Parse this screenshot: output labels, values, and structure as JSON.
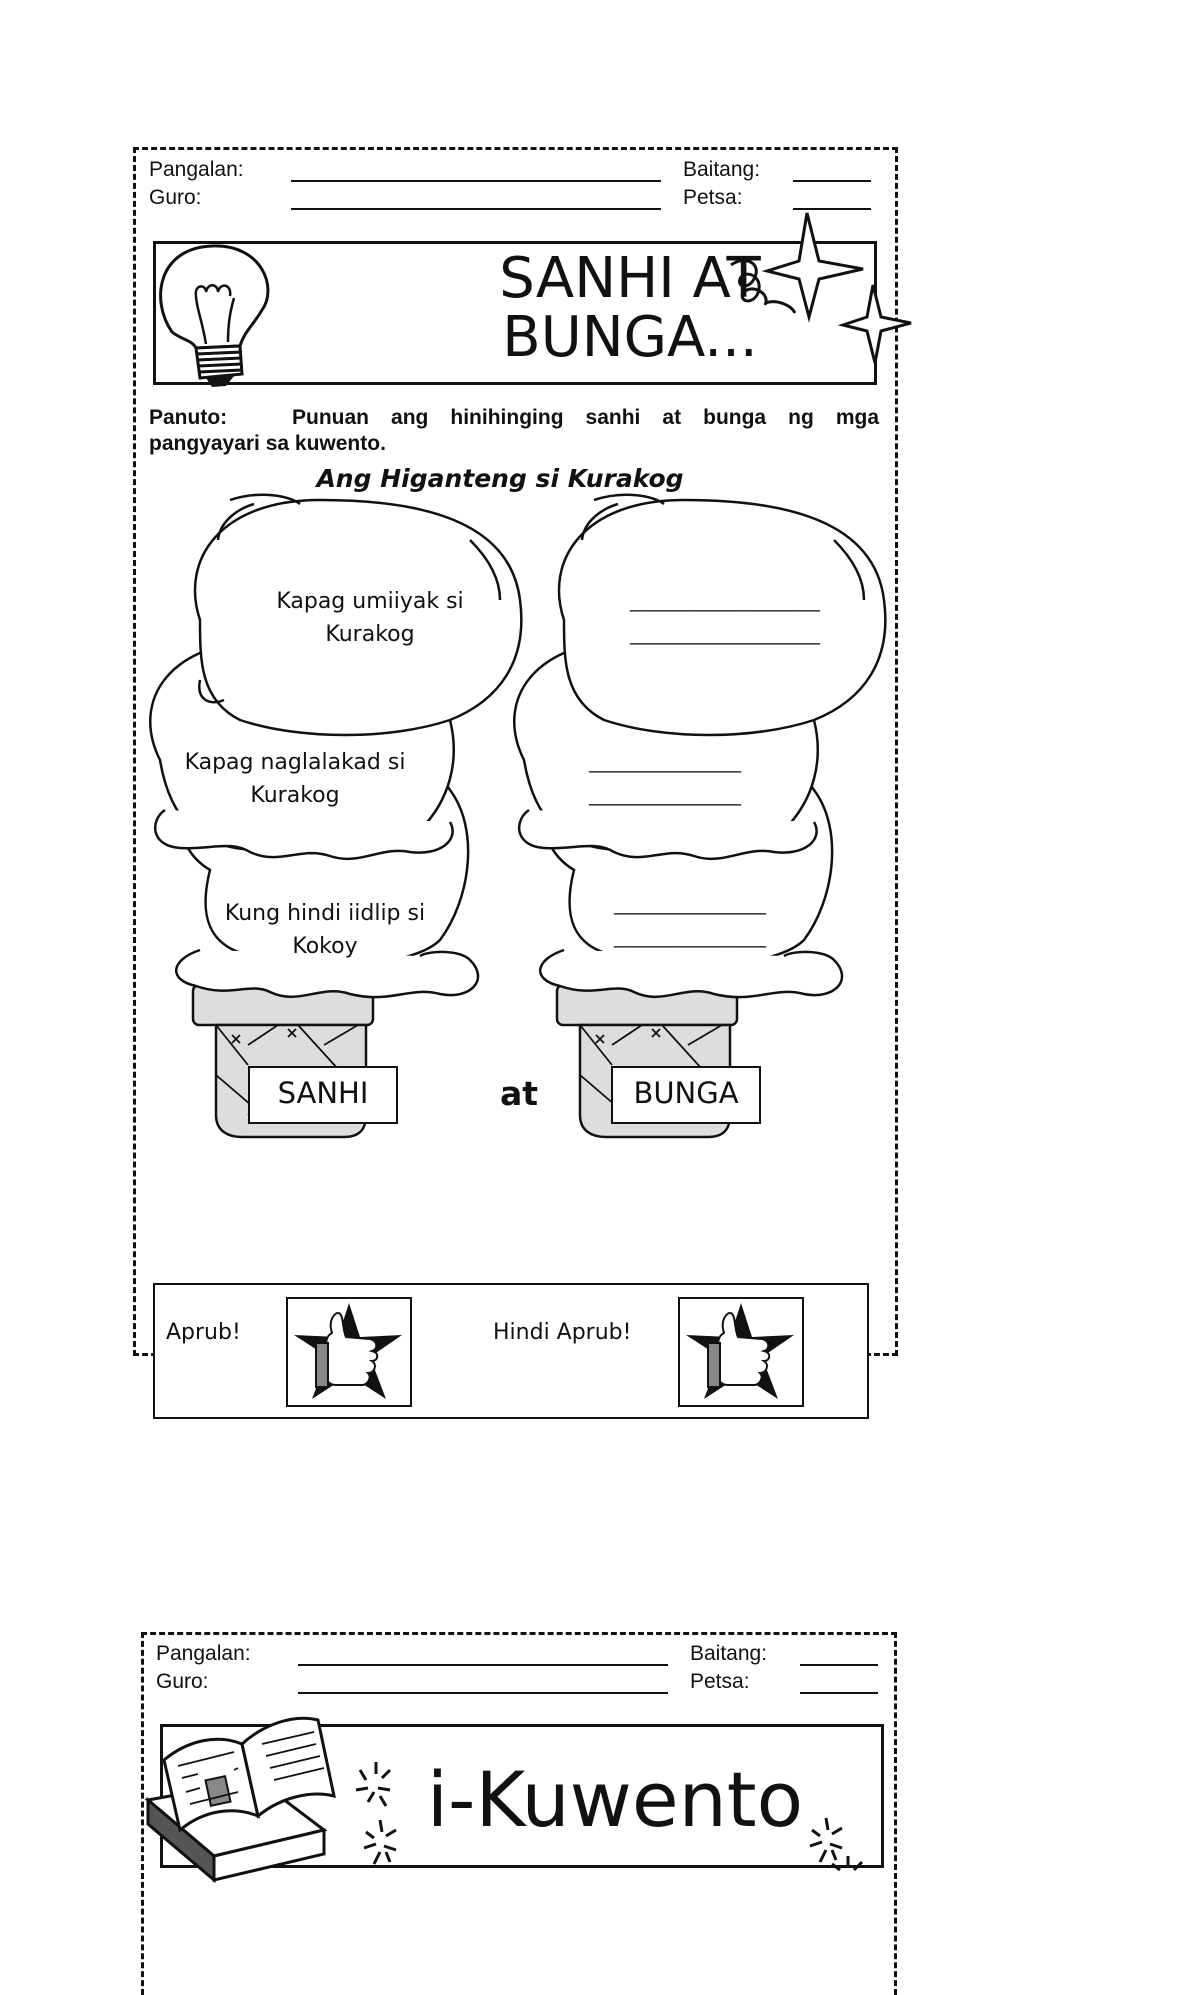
{
  "worksheet1": {
    "header": {
      "name_label": "Pangalan:",
      "teacher_label": "Guro:",
      "grade_label": "Baitang:",
      "date_label": "Petsa:"
    },
    "title": [
      "SANHI AT",
      "BUNGA..."
    ],
    "instructions": {
      "label": "Panuto:",
      "text": "Punuan ang hinihinging sanhi at bunga ng mga pangyayari sa kuwento."
    },
    "story_title": "Ang Higanteng si Kurakog",
    "causes": [
      [
        "Kapag umiiyak si",
        "Kurakog"
      ],
      [
        "Kapag naglalakad si",
        "Kurakog"
      ],
      [
        "Kung hindi iidlip si",
        "Kokoy"
      ]
    ],
    "effect_blanks": [
      [
        "____________________",
        "____________________"
      ],
      [
        "________________",
        "________________"
      ],
      [
        "________________",
        "________________"
      ]
    ],
    "cone_labels": {
      "cause": "SANHI",
      "connector": "at",
      "effect": "BUNGA"
    },
    "approval": {
      "approved": "Aprub!",
      "not_approved": "Hindi Aprub!"
    }
  },
  "worksheet2": {
    "header": {
      "name_label": "Pangalan:",
      "teacher_label": "Guro:",
      "grade_label": "Baitang:",
      "date_label": "Petsa:"
    },
    "title": "i-Kuwento"
  },
  "icons": [
    "lightbulb-icon",
    "sparkle-star-icon",
    "thumbs-up-star-icon",
    "open-book-icon",
    "sparkle-burst-icon"
  ]
}
